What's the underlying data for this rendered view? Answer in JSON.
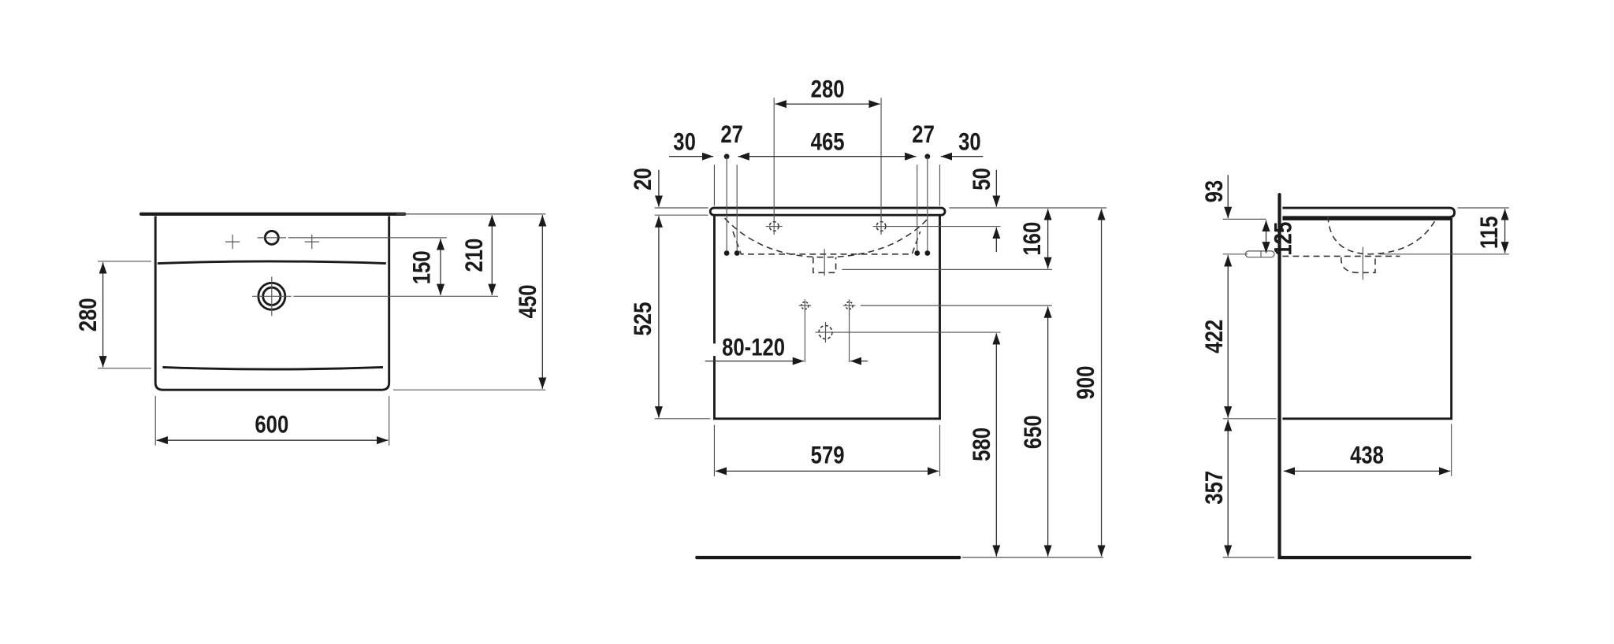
{
  "top_view": {
    "width": "600",
    "overall_depth": "450",
    "tap_hole_to_drain": "150",
    "rim_to_drain": "210",
    "bowl_depth": "280"
  },
  "front_view": {
    "tap_spacing": "280",
    "bracket_spacing": "465",
    "left_edge_offset": "30",
    "left_bracket_offset": "27",
    "right_bracket_offset": "27",
    "right_edge_offset": "30",
    "top_thickness": "20",
    "tap_hole_depth": "50",
    "drain_depth": "160",
    "cabinet_height": "525",
    "supply_spacing": "80-120",
    "waste_height": "580",
    "supply_height": "650",
    "overall_height": "900",
    "cabinet_width": "579"
  },
  "side_view": {
    "top_to_fixing": "93",
    "fixing_height": "125",
    "basin_depth": "115",
    "cabinet_body_height": "422",
    "floor_clearance": "357",
    "cabinet_depth": "438"
  }
}
